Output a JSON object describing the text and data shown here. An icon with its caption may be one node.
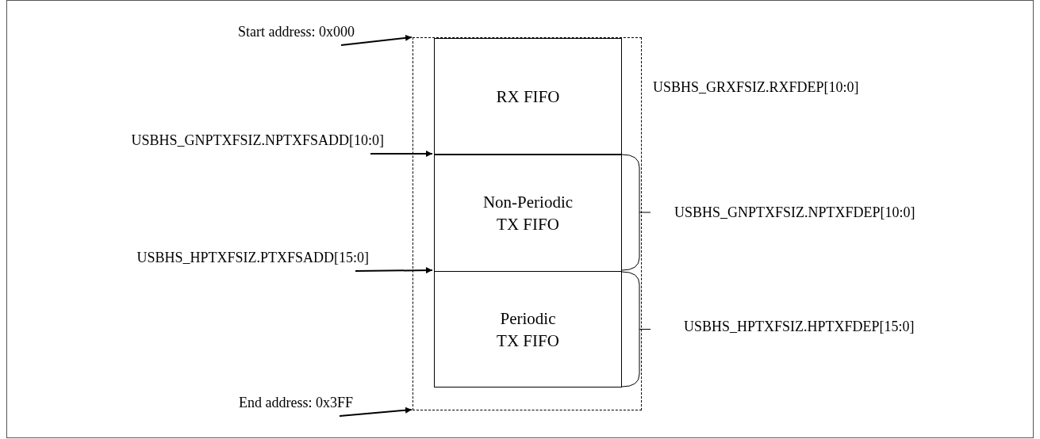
{
  "diagram": {
    "nodes": [
      {
        "text": [],
        "shape": "box"
      },
      {
        "text": [
          "RX FIFO"
        ],
        "in": 0
      },
      {
        "text": [
          "Non-Periodic TX FIFO"
        ],
        "in": 0
      },
      {
        "text": [
          "Periodic TX FIFO"
        ],
        "in": 0
      },
      {
        "text": [
          "Start address: 0x000"
        ]
      },
      {
        "text": [
          "USBHS_GNPTXFSIZ.NPTXFSADD[10:0]"
        ]
      },
      {
        "text": [
          "USBHS_HPTXFSIZ.PTXFSADD[15:0]"
        ]
      },
      {
        "text": [
          "End address: 0x3FF"
        ]
      }
    ],
    "edges": [
      {
        "from": 4,
        "to": 0,
        "arrow": "to"
      },
      {
        "from": 5,
        "to": 2,
        "arrow": "to"
      },
      {
        "from": 6,
        "to": 3,
        "arrow": "to"
      },
      {
        "from": 7,
        "to": 0,
        "arrow": "to"
      }
    ],
    "labels": [
      "USBHS_GRXFSIZ.RXFDEP[10:0]",
      "USBHS_GNPTXFSIZ.NPTXFDEP[10:0]",
      "USBHS_HPTXFSIZ.HPTXFDEP[15:0]"
    ]
  }
}
